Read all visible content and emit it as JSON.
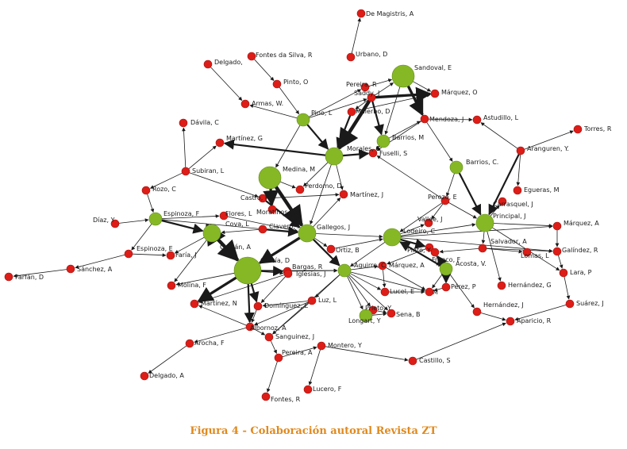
{
  "caption": "Figura 4 - Colaboración autoral Revista ZT",
  "colors": {
    "author_node": "#dd1d17",
    "hub_node": "#86b826",
    "edge": "#1a1a1a",
    "caption": "#e08a1e"
  },
  "nodes": [
    {
      "id": "de_magistris",
      "label": "De Magistris, A",
      "type": "author"
    },
    {
      "id": "urbano",
      "label": "Urbano, D",
      "type": "author"
    },
    {
      "id": "sandoval",
      "label": "Sandoval, E",
      "type": "hub",
      "size": "large"
    },
    {
      "id": "delgado_top",
      "label": "Delgado, ",
      "type": "author"
    },
    {
      "id": "fontes_silva",
      "label": "Fontes da Silva, R",
      "type": "author"
    },
    {
      "id": "pinto",
      "label": "Pinto, O",
      "type": "author"
    },
    {
      "id": "pereira_r",
      "label": "Pereira, R",
      "type": "author"
    },
    {
      "id": "saddy",
      "label": "Saddy, J",
      "type": "author"
    },
    {
      "id": "marquez_o",
      "label": "Márquez, O",
      "type": "author"
    },
    {
      "id": "armas",
      "label": "Armas, W.",
      "type": "author"
    },
    {
      "id": "malerbo",
      "label": "Malerbo, D",
      "type": "author"
    },
    {
      "id": "pino",
      "label": "Pino, L",
      "type": "hub",
      "size": "small"
    },
    {
      "id": "mendoza",
      "label": "Mendoza, J",
      "type": "author"
    },
    {
      "id": "astudillo",
      "label": "Astudillo, L",
      "type": "author"
    },
    {
      "id": "davila",
      "label": "Dávila, C",
      "type": "author"
    },
    {
      "id": "barrios_m",
      "label": "Barrios, M",
      "type": "hub",
      "size": "small"
    },
    {
      "id": "torres",
      "label": "Torres, R",
      "type": "author"
    },
    {
      "id": "martinez_g",
      "label": "Martínez, G",
      "type": "author"
    },
    {
      "id": "morales",
      "label": "Morales, G",
      "type": "hub",
      "size": "medium"
    },
    {
      "id": "fuselli",
      "label": "Fuselli, S",
      "type": "author"
    },
    {
      "id": "aranguren",
      "label": "Aranguren, Y.",
      "type": "author"
    },
    {
      "id": "barrios_c",
      "label": "Barrios, C.",
      "type": "hub",
      "size": "small"
    },
    {
      "id": "medina",
      "label": "Medina, M",
      "type": "hub",
      "size": "large"
    },
    {
      "id": "subiran",
      "label": "Subiran, L",
      "type": "author"
    },
    {
      "id": "rozo",
      "label": "Rozo, C",
      "type": "author"
    },
    {
      "id": "perdomo",
      "label": "Perdomo, D",
      "type": "author"
    },
    {
      "id": "martinez_j",
      "label": "Martínez, J",
      "type": "author"
    },
    {
      "id": "egueras",
      "label": "Egueras, M",
      "type": "author"
    },
    {
      "id": "castro",
      "label": "Castro, F",
      "type": "author"
    },
    {
      "id": "perozo",
      "label": "Perozo, E",
      "type": "author"
    },
    {
      "id": "carrasquel",
      "label": "Carrasquel, J",
      "type": "author"
    },
    {
      "id": "espinoza_f",
      "label": "Espinoza, F",
      "type": "hub",
      "size": "small"
    },
    {
      "id": "moratinos",
      "label": "Moratinos, F",
      "type": "author"
    },
    {
      "id": "diaz_y",
      "label": "Díaz, Y",
      "type": "author"
    },
    {
      "id": "flores",
      "label": "Flores, L",
      "type": "author"
    },
    {
      "id": "gallegos",
      "label": "Gallegos, J",
      "type": "hub",
      "size": "medium"
    },
    {
      "id": "vallee",
      "label": "Vallee, J",
      "type": "author"
    },
    {
      "id": "cova",
      "label": "Cova, L",
      "type": "author"
    },
    {
      "id": "clavero",
      "label": "Clavero, I",
      "type": "author"
    },
    {
      "id": "lodeiro",
      "label": "Lodeiro, C",
      "type": "hub",
      "size": "medium"
    },
    {
      "id": "principal",
      "label": "Principal, J",
      "type": "hub",
      "size": "medium"
    },
    {
      "id": "marquez_a_r",
      "label": "Márquez, A",
      "type": "author"
    },
    {
      "id": "galban",
      "label": "Galbán, A",
      "type": "hub",
      "size": "medium"
    },
    {
      "id": "ortiz",
      "label": "Ortiz, B",
      "type": "author"
    },
    {
      "id": "pinto_y",
      "label": "Pinto, Y",
      "type": "author"
    },
    {
      "id": "franco",
      "label": "Franco, F",
      "type": "author"
    },
    {
      "id": "salvador",
      "label": "Salvador, A",
      "type": "author"
    },
    {
      "id": "galindez",
      "label": "Galíndez, R",
      "type": "author"
    },
    {
      "id": "espinoza_e",
      "label": "Espinoza, E",
      "type": "author"
    },
    {
      "id": "faria",
      "label": "Faría, J",
      "type": "author"
    },
    {
      "id": "garcia",
      "label": "García, D",
      "type": "hub",
      "size": "xlarge"
    },
    {
      "id": "bargas",
      "label": "Bargas, R",
      "type": "author"
    },
    {
      "id": "aguirre",
      "label": "Aguirre, C",
      "type": "hub",
      "size": "small"
    },
    {
      "id": "marquez_a_m",
      "label": "Márquez, A",
      "type": "author"
    },
    {
      "id": "acosta",
      "label": "Acosta, V.",
      "type": "hub",
      "size": "small"
    },
    {
      "id": "lomas",
      "label": "Lomas, L",
      "type": "author"
    },
    {
      "id": "farfan",
      "label": "Farfán, D",
      "type": "author"
    },
    {
      "id": "sanchez",
      "label": "Sánchez, A",
      "type": "author"
    },
    {
      "id": "iglesias",
      "label": "Iglesias, J",
      "type": "author"
    },
    {
      "id": "lara",
      "label": "Lara, P",
      "type": "author"
    },
    {
      "id": "molina",
      "label": "Molina, F",
      "type": "author"
    },
    {
      "id": "lucel",
      "label": "Lucel, E",
      "type": "author"
    },
    {
      "id": "m_small",
      "label": "M",
      "type": "author"
    },
    {
      "id": "perez_p",
      "label": "Pérez, P",
      "type": "author"
    },
    {
      "id": "hernandez_g",
      "label": "Hernández, G",
      "type": "author"
    },
    {
      "id": "martinez_n",
      "label": "Martínez, N",
      "type": "author"
    },
    {
      "id": "luz",
      "label": "Luz, L",
      "type": "author"
    },
    {
      "id": "dominguez",
      "label": "Domínguez, L",
      "type": "author"
    },
    {
      "id": "prieto",
      "label": "Prieto, Y",
      "type": "author"
    },
    {
      "id": "sena",
      "label": "Sena, B",
      "type": "author"
    },
    {
      "id": "longart",
      "label": "Longart, Y",
      "type": "hub",
      "size": "small"
    },
    {
      "id": "hernandez_j",
      "label": "Hernández, J",
      "type": "author"
    },
    {
      "id": "suarez",
      "label": "Suárez, J",
      "type": "author"
    },
    {
      "id": "albornoz",
      "label": "Albornoz, A",
      "type": "author"
    },
    {
      "id": "aparicio",
      "label": "Aparicio, R",
      "type": "author"
    },
    {
      "id": "sanguinez",
      "label": "Sanguinez, J",
      "type": "author"
    },
    {
      "id": "arocha",
      "label": "Arocha, F",
      "type": "author"
    },
    {
      "id": "montero",
      "label": "Montero, Y",
      "type": "author"
    },
    {
      "id": "pereira_a",
      "label": "Pereira, A",
      "type": "author"
    },
    {
      "id": "castillo",
      "label": "Castillo, S",
      "type": "author"
    },
    {
      "id": "delgado_a",
      "label": "Delgado, A",
      "type": "author"
    },
    {
      "id": "lucero",
      "label": "Lucero, F",
      "type": "author"
    },
    {
      "id": "fontes_r",
      "label": "Fontes, R",
      "type": "author"
    }
  ],
  "edges": [
    [
      "urbano",
      "de_magistris",
      1
    ],
    [
      "delgado_top",
      "armas",
      1
    ],
    [
      "fontes_silva",
      "pinto",
      1
    ],
    [
      "pinto",
      "pino",
      1
    ],
    [
      "pino",
      "armas",
      1
    ],
    [
      "pino",
      "pereira_r",
      1
    ],
    [
      "pino",
      "morales",
      2
    ],
    [
      "pino",
      "saddy",
      1
    ],
    [
      "pino",
      "medina",
      1
    ],
    [
      "pereira_r",
      "sandoval",
      1
    ],
    [
      "saddy",
      "sandoval",
      1
    ],
    [
      "saddy",
      "marquez_o",
      3
    ],
    [
      "saddy",
      "malerbo",
      1
    ],
    [
      "saddy",
      "morales",
      4
    ],
    [
      "saddy",
      "barrios_m",
      2
    ],
    [
      "sandoval",
      "barrios_m",
      1
    ],
    [
      "sandoval",
      "mendoza",
      3
    ],
    [
      "sandoval",
      "marquez_o",
      1
    ],
    [
      "malerbo",
      "morales",
      2
    ],
    [
      "malerbo",
      "marquez_o",
      1
    ],
    [
      "barrios_m",
      "mendoza",
      1
    ],
    [
      "barrios_m",
      "fuselli",
      1
    ],
    [
      "mendoza",
      "astudillo",
      1
    ],
    [
      "mendoza",
      "barrios_c",
      1
    ],
    [
      "mendoza",
      "fuselli",
      1
    ],
    [
      "aranguren",
      "astudillo",
      1
    ],
    [
      "aranguren",
      "torres",
      1
    ],
    [
      "aranguren",
      "principal",
      2
    ],
    [
      "aranguren",
      "egueras",
      1
    ],
    [
      "barrios_c",
      "principal",
      2
    ],
    [
      "barrios_c",
      "perozo",
      1
    ],
    [
      "morales",
      "fuselli",
      2
    ],
    [
      "morales",
      "martinez_g",
      2
    ],
    [
      "morales",
      "perdomo",
      1
    ],
    [
      "morales",
      "martinez_j",
      1
    ],
    [
      "morales",
      "gallegos",
      1
    ],
    [
      "perozo",
      "fuselli",
      1
    ],
    [
      "perozo",
      "lodeiro",
      1
    ],
    [
      "perozo",
      "principal",
      1
    ],
    [
      "perozo",
      "vallee",
      1
    ],
    [
      "subiran",
      "davila",
      1
    ],
    [
      "subiran",
      "martinez_g",
      1
    ],
    [
      "subiran",
      "rozo",
      1
    ],
    [
      "subiran",
      "castro",
      1
    ],
    [
      "castro",
      "martinez_j",
      1
    ],
    [
      "castro",
      "gallegos",
      2
    ],
    [
      "medina",
      "moratinos",
      3
    ],
    [
      "medina",
      "gallegos",
      4
    ],
    [
      "medina",
      "perdomo",
      1
    ],
    [
      "rozo",
      "espinoza_f",
      1
    ],
    [
      "diaz_y",
      "espinoza_f",
      1
    ],
    [
      "espinoza_f",
      "galban",
      2
    ],
    [
      "espinoza_f",
      "flores",
      1
    ],
    [
      "espinoza_f",
      "gallegos",
      1
    ],
    [
      "espinoza_f",
      "espinoza_e",
      1
    ],
    [
      "espinoza_e",
      "faria",
      1
    ],
    [
      "espinoza_e",
      "sanchez",
      1
    ],
    [
      "sanchez",
      "farfan",
      1
    ],
    [
      "flores",
      "gallegos",
      1
    ],
    [
      "cova",
      "galban",
      4
    ],
    [
      "clavero",
      "gallegos",
      2
    ],
    [
      "clavero",
      "galban",
      1
    ],
    [
      "galban",
      "garcia",
      4
    ],
    [
      "galban",
      "faria",
      1
    ],
    [
      "galban",
      "molina",
      1
    ],
    [
      "gallegos",
      "garcia",
      3
    ],
    [
      "gallegos",
      "martinez_j",
      1
    ],
    [
      "gallegos",
      "ortiz",
      1
    ],
    [
      "gallegos",
      "aguirre",
      2
    ],
    [
      "gallegos",
      "lodeiro",
      1
    ],
    [
      "ortiz",
      "lodeiro",
      1
    ],
    [
      "lodeiro",
      "principal",
      1
    ],
    [
      "lodeiro",
      "vallee",
      1
    ],
    [
      "lodeiro",
      "pinto_y",
      2
    ],
    [
      "lodeiro",
      "aguirre",
      1
    ],
    [
      "lodeiro",
      "acosta",
      1
    ],
    [
      "lodeiro",
      "marquez_a_r",
      1
    ],
    [
      "lodeiro",
      "galindez",
      1
    ],
    [
      "principal",
      "salvador",
      1
    ],
    [
      "principal",
      "marquez_a_r",
      1
    ],
    [
      "principal",
      "carrasquel",
      1
    ],
    [
      "principal",
      "hernandez_g",
      1
    ],
    [
      "principal",
      "lara",
      1
    ],
    [
      "marquez_a_r",
      "galindez",
      1
    ],
    [
      "galindez",
      "lara",
      1
    ],
    [
      "lara",
      "suarez",
      1
    ],
    [
      "suarez",
      "aparicio",
      1
    ],
    [
      "salvador",
      "franco",
      1
    ],
    [
      "salvador",
      "lomas",
      1
    ],
    [
      "salvador",
      "galindez",
      1
    ],
    [
      "acosta",
      "franco",
      2
    ],
    [
      "acosta",
      "pinto_y",
      1
    ],
    [
      "acosta",
      "perez_p",
      2
    ],
    [
      "acosta",
      "m_small",
      1
    ],
    [
      "acosta",
      "hernandez_j",
      1
    ],
    [
      "acosta",
      "lodeiro",
      2
    ],
    [
      "hernandez_j",
      "aparicio",
      1
    ],
    [
      "perez_p",
      "m_small",
      1
    ],
    [
      "garcia",
      "martinez_n",
      3
    ],
    [
      "garcia",
      "bargas",
      2
    ],
    [
      "garcia",
      "iglesias",
      1
    ],
    [
      "garcia",
      "dominguez",
      2
    ],
    [
      "garcia",
      "albornoz",
      2
    ],
    [
      "garcia",
      "molina",
      1
    ],
    [
      "garcia",
      "aguirre",
      1
    ],
    [
      "bargas",
      "aguirre",
      1
    ],
    [
      "aguirre",
      "marquez_a_m",
      1
    ],
    [
      "aguirre",
      "lucel",
      1
    ],
    [
      "aguirre",
      "prieto",
      1
    ],
    [
      "aguirre",
      "longart",
      1
    ],
    [
      "aguirre",
      "sena",
      1
    ],
    [
      "aguirre",
      "m_small",
      1
    ],
    [
      "aguirre",
      "luz",
      1
    ],
    [
      "aguirre",
      "sanguinez",
      1
    ],
    [
      "iglesias",
      "dominguez",
      1
    ],
    [
      "iglesias",
      "martinez_n",
      1
    ],
    [
      "luz",
      "sanguinez",
      1
    ],
    [
      "luz",
      "albornoz",
      1
    ],
    [
      "luz",
      "dominguez",
      1
    ],
    [
      "dominguez",
      "albornoz",
      1
    ],
    [
      "albornoz",
      "arocha",
      1
    ],
    [
      "albornoz",
      "sanguinez",
      1
    ],
    [
      "albornoz",
      "martinez_n",
      1
    ],
    [
      "arocha",
      "delgado_a",
      1
    ],
    [
      "sanguinez",
      "pereira_a",
      1
    ],
    [
      "pereira_a",
      "fontes_r",
      1
    ],
    [
      "pereira_a",
      "montero",
      1
    ],
    [
      "montero",
      "lucero",
      1
    ],
    [
      "montero",
      "castillo",
      1
    ],
    [
      "castillo",
      "aparicio",
      1
    ],
    [
      "marquez_a_m",
      "lucel",
      1
    ],
    [
      "marquez_a_m",
      "m_small",
      1
    ],
    [
      "longart",
      "sena",
      1
    ],
    [
      "prieto",
      "sena",
      1
    ],
    [
      "lucel",
      "m_small",
      1
    ],
    [
      "pinto_y",
      "marquez_a_m",
      1
    ],
    [
      "pinto_y",
      "franco",
      1
    ]
  ]
}
